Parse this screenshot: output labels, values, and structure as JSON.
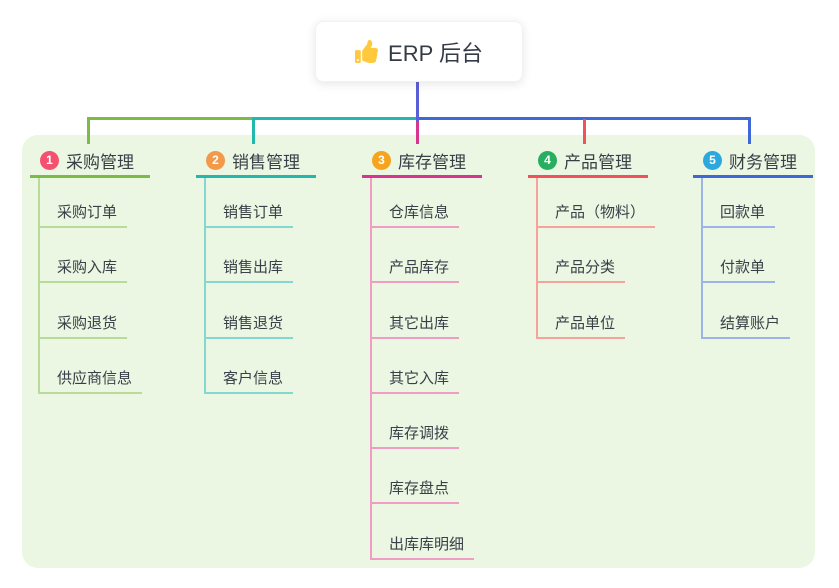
{
  "root": {
    "title": "ERP 后台",
    "icon": "thumbs-up-icon"
  },
  "connectors": {
    "stem_color": "#5A5FD8"
  },
  "branches": [
    {
      "index": "1",
      "label": "采购管理",
      "colors": {
        "main": "#7CBB45",
        "light": "#B7DC99",
        "badge": "#F45170"
      },
      "children": [
        "采购订单",
        "采购入库",
        "采购退货",
        "供应商信息"
      ]
    },
    {
      "index": "2",
      "label": "销售管理",
      "colors": {
        "main": "#22B8AE",
        "light": "#85D8D0",
        "badge": "#F2994A"
      },
      "children": [
        "销售订单",
        "销售出库",
        "销售退货",
        "客户信息"
      ]
    },
    {
      "index": "3",
      "label": "库存管理",
      "colors": {
        "main": "#D6368F",
        "light": "#F19CC5",
        "badge": "#F5A51D"
      },
      "children": [
        "仓库信息",
        "产品库存",
        "其它出库",
        "其它入库",
        "库存调拨",
        "库存盘点",
        "出库库明细"
      ]
    },
    {
      "index": "4",
      "label": "产品管理",
      "colors": {
        "main": "#F25159",
        "light": "#F8A29C",
        "badge": "#27AE60"
      },
      "children": [
        "产品（物料）",
        "产品分类",
        "产品单位"
      ]
    },
    {
      "index": "5",
      "label": "财务管理",
      "colors": {
        "main": "#3E68D8",
        "light": "#9FB4E6",
        "badge": "#2BA9DF"
      },
      "children": [
        "回款单",
        "付款单",
        "结算账户"
      ]
    }
  ]
}
